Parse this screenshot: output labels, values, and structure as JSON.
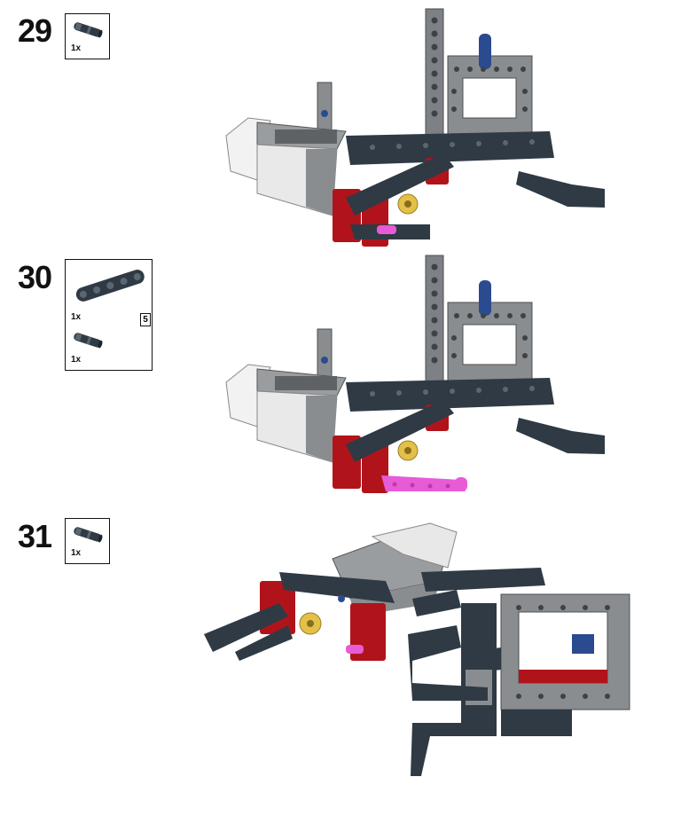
{
  "steps": [
    {
      "number": "29",
      "parts": [
        {
          "icon": "axle-pin-icon",
          "qty": "1x"
        }
      ]
    },
    {
      "number": "30",
      "parts": [
        {
          "icon": "liftarm-5-icon",
          "qty": "1x",
          "length": "5"
        },
        {
          "icon": "axle-pin-icon",
          "qty": "1x"
        }
      ]
    },
    {
      "number": "31",
      "parts": [
        {
          "icon": "axle-pin-icon",
          "qty": "1x"
        }
      ]
    }
  ],
  "colors": {
    "dark_bluish_gray": "#2f3a44",
    "light_gray": "#8a8d90",
    "red": "#b0141a",
    "magenta": "#e85bd6",
    "yellow": "#e3c04a",
    "blue": "#2a4b8f",
    "white": "#f2f2f2"
  }
}
